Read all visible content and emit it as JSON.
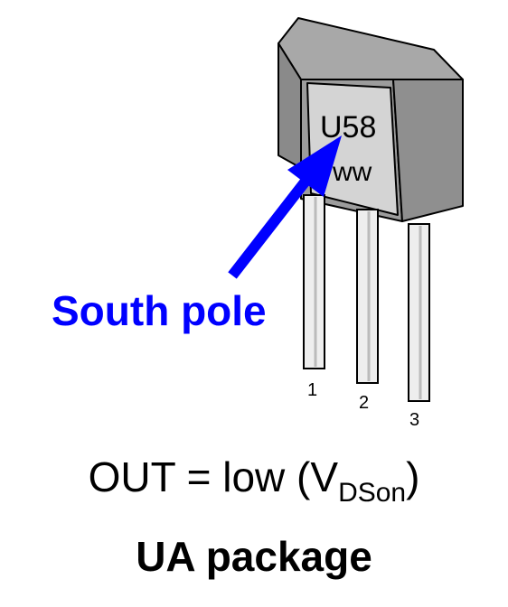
{
  "package": {
    "marking_line1": "U58",
    "marking_line2": "ww",
    "pins": [
      "1",
      "2",
      "3"
    ],
    "body_color": "#999999",
    "face_color": "#d4d4d4",
    "pin_color": "#eeeeee"
  },
  "annotation": {
    "label": "South pole",
    "color": "#0000ff"
  },
  "captions": {
    "output_prefix": "OUT = low (V",
    "output_subscript": "DSon",
    "output_suffix": ")",
    "package_name": "UA package"
  }
}
